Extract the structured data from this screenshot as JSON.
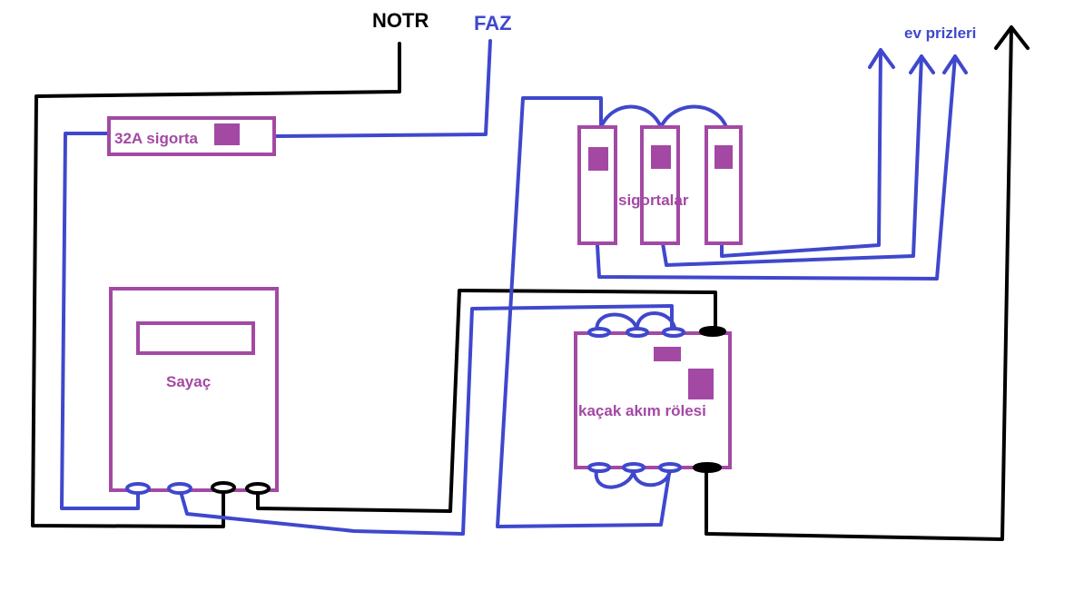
{
  "labels": {
    "notr": "NOTR",
    "faz": "FAZ",
    "ev_prizleri": "ev prizleri",
    "sigorta_32a": "32A sigorta",
    "sigortalar": "sigortalar",
    "sayac": "Sayaç",
    "kacak_akim_rolesi": "kaçak akım rölesi"
  },
  "colors": {
    "neutral_wire": "#000000",
    "phase_wire": "#3f48cc",
    "component": "#a349a4",
    "notr_text": "#000000",
    "faz_text": "#3f48cc",
    "ev_prizleri_text": "#3f48cc",
    "component_text": "#a349a4"
  },
  "icons": {
    "outlet_arrows": [
      "arrow-up-icon",
      "arrow-up-icon",
      "arrow-up-icon"
    ],
    "neutral_return_arrow": "arrow-up-icon"
  }
}
